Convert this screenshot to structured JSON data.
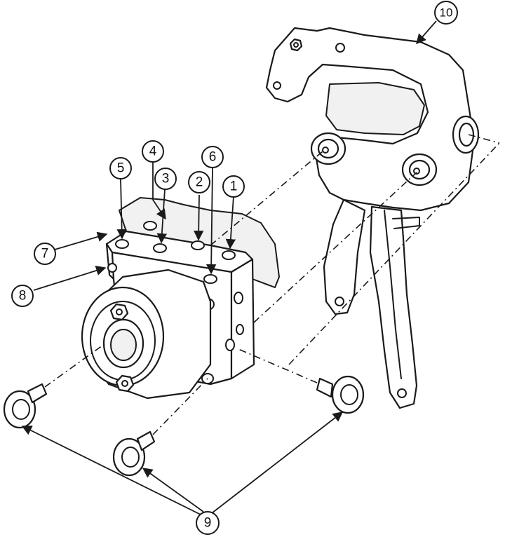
{
  "callouts": [
    {
      "id": "1",
      "label": "1"
    },
    {
      "id": "2",
      "label": "2"
    },
    {
      "id": "3",
      "label": "3"
    },
    {
      "id": "4",
      "label": "4"
    },
    {
      "id": "5",
      "label": "5"
    },
    {
      "id": "6",
      "label": "6"
    },
    {
      "id": "7",
      "label": "7"
    },
    {
      "id": "8",
      "label": "8"
    },
    {
      "id": "9",
      "label": "9"
    },
    {
      "id": "10",
      "label": "10"
    }
  ],
  "colors": {
    "ink": "#1a1a1a",
    "paper": "#ffffff"
  }
}
